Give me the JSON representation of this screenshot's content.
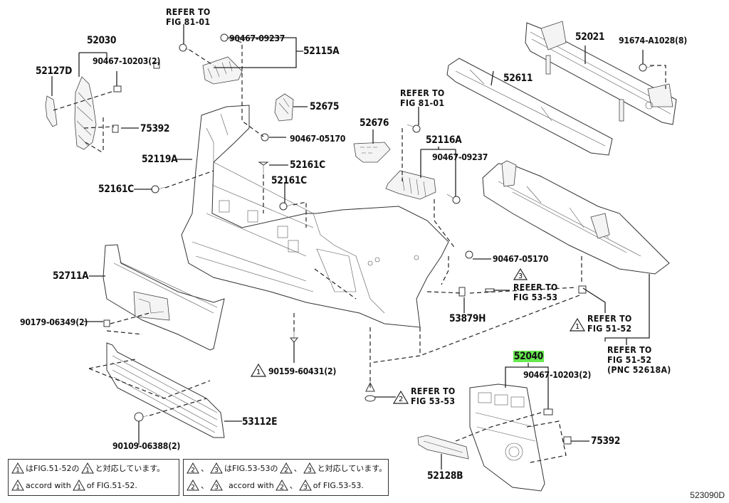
{
  "diagram": {
    "title_code": "523090D",
    "highlight_color": "#66e84f",
    "parts": {
      "p52030": "52030",
      "p90467_10203_a": "90467-10203(2)",
      "p52127D": "52127D",
      "p75392_a": "75392",
      "p52119A": "52119A",
      "p52161C_a": "52161C",
      "p52161C_b": "52161C",
      "p52161C_c": "52161C",
      "p52711A": "52711A",
      "p90179_06349": "90179-06349(2)",
      "p53112E": "53112E",
      "p90109_06388": "90109-06388(2)",
      "p90159_60431": "90159-60431(2)",
      "p90467_09237_a": "90467-09237",
      "p52115A": "52115A",
      "p52675": "52675",
      "p90467_05170_a": "90467-05170",
      "p52676": "52676",
      "p52116A": "52116A",
      "p90467_09237_b": "90467-09237",
      "p90467_05170_b": "90467-05170",
      "p53879H": "53879H",
      "p52021": "52021",
      "p91674_A1028": "91674-A1028(8)",
      "p52611": "52611",
      "p52040": "52040",
      "p90467_10203_b": "90467-10203(2)",
      "p75392_b": "75392",
      "p52128B": "52128B"
    },
    "references": {
      "ref_81_01_a": [
        "REFER TO",
        "FIG 81-01"
      ],
      "ref_81_01_b": [
        "REFER TO",
        "FIG 81-01"
      ],
      "ref_53_53_tri3": [
        "REFER TO",
        "FIG 53-53"
      ],
      "ref_53_53_tri2": [
        "REFER TO",
        "FIG 53-53"
      ],
      "ref_51_52_tri1": [
        "REFER TO",
        "FIG 51-52"
      ],
      "ref_51_52_pnc": [
        "REFER TO",
        "FIG 51-52",
        "(PNC 52618A)"
      ]
    },
    "triangle_marks": {
      "t1": "1",
      "t2": "2",
      "t3": "3"
    },
    "notes": [
      {
        "jp": {
          "mark_a": "1",
          "text_a": "はFIG.51-52の",
          "mark_b": "1",
          "text_b": "と対応しています。"
        },
        "en": {
          "mark_a": "1",
          "text_a": "accord with",
          "mark_b": "1",
          "text_b": "of FIG.51-52."
        }
      },
      {
        "jp": {
          "mark_a": "2",
          "sep": "、",
          "mark_b": "3",
          "text_a": "はFIG.53-53の",
          "mark_c": "2",
          "sep2": "、",
          "mark_d": "3",
          "text_b": "と対応しています。"
        },
        "en": {
          "mark_a": "2",
          "sep": "、",
          "mark_b": "3",
          "text_a": "accord with",
          "mark_c": "2",
          "sep2": "、",
          "mark_d": "3",
          "text_b": "of FIG.53-53."
        }
      }
    ]
  }
}
